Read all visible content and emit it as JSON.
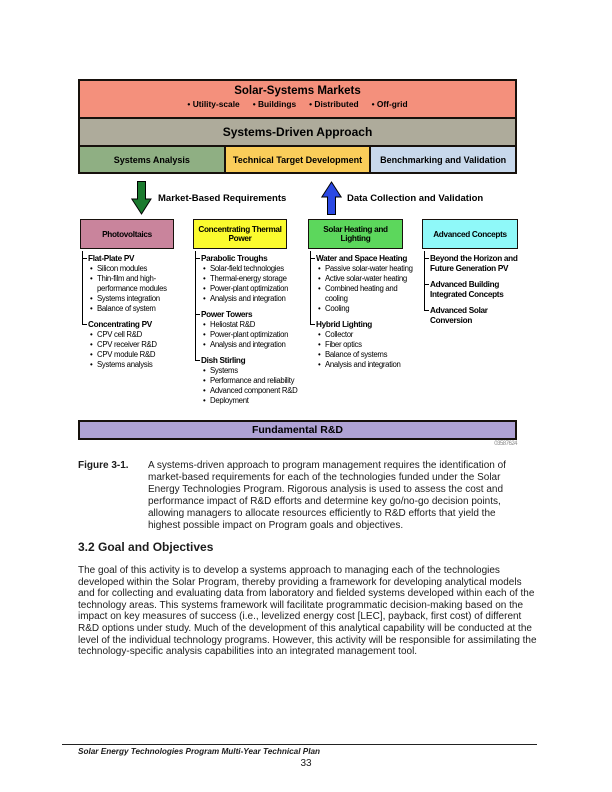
{
  "colors": {
    "markets": "#F4907C",
    "approach": "#AEAB9B",
    "systems_analysis": "#8FAF83",
    "technical_target": "#FACD5A",
    "benchmarking": "#C8D8EB",
    "photovoltaics": "#C9849C",
    "thermal_power": "#FBFB2E",
    "heating_lighting": "#5CD75C",
    "advanced_concepts": "#8FF9F9",
    "fundamental_rd": "#AFA2D4",
    "arrow_down": "#1B7A2E",
    "arrow_up": "#2B49E3"
  },
  "figure": {
    "markets_title": "Solar-Systems Markets",
    "markets_bullets": [
      "Utility-scale",
      "Buildings",
      "Distributed",
      "Off-grid"
    ],
    "approach_title": "Systems-Driven Approach",
    "approach_boxes": [
      "Systems Analysis",
      "Technical Target Development",
      "Benchmarking and Validation"
    ],
    "down_arrow_label": "Market-Based Requirements",
    "up_arrow_label": "Data Collection and Validation",
    "columns": [
      {
        "title": "Photovoltaics",
        "groups": [
          {
            "name": "Flat-Plate PV",
            "items": [
              "Silicon modules",
              "Thin-film and high-performance modules",
              "Systems integration",
              "Balance of system"
            ]
          },
          {
            "name": "Concentrating PV",
            "items": [
              "CPV cell R&D",
              "CPV receiver R&D",
              "CPV module R&D",
              "Systems analysis"
            ]
          }
        ]
      },
      {
        "title": "Concentrating Thermal Power",
        "groups": [
          {
            "name": "Parabolic Troughs",
            "items": [
              "Solar-field technologies",
              "Thermal-energy storage",
              "Power-plant optimization",
              "Analysis and integration"
            ]
          },
          {
            "name": "Power Towers",
            "items": [
              "Heliostat R&D",
              "Power-plant optimization",
              "Analysis and integration"
            ]
          },
          {
            "name": "Dish Stirling",
            "items": [
              "Systems",
              "Performance and reliability",
              "Advanced component R&D",
              "Deployment"
            ]
          }
        ]
      },
      {
        "title": "Solar Heating and Lighting",
        "groups": [
          {
            "name": "Water and Space Heating",
            "items": [
              "Passive solar-water heating",
              "Active solar-water heating",
              "Combined heating and cooling",
              "Cooling"
            ]
          },
          {
            "name": "Hybrid Lighting",
            "items": [
              "Collector",
              "Fiber optics",
              "Balance of systems",
              "Analysis and integration"
            ]
          }
        ]
      },
      {
        "title": "Advanced Concepts",
        "groups": [
          {
            "name": "Beyond the Horizon and Future Generation PV",
            "items": []
          },
          {
            "name": "Advanced Building Integrated Concepts",
            "items": []
          },
          {
            "name": "Advanced Solar Conversion",
            "items": []
          }
        ]
      }
    ],
    "fundamental_title": "Fundamental R&D",
    "figure_code": "03587624",
    "caption_label": "Figure 3-1.",
    "caption_text": "A systems-driven approach to program management requires the identification of market-based requirements for each of the technologies funded under the Solar Energy Technologies Program. Rigorous analysis is used to assess the cost and performance impact of R&D efforts and determine key go/no-go decision points, allowing managers to allocate resources efficiently to R&D efforts that yield the highest possible impact on Program goals and objectives."
  },
  "section": {
    "heading": "3.2  Goal and Objectives",
    "body": "The goal of this activity is to develop a systems approach to managing each of the technologies developed within the Solar Program, thereby providing a framework for developing analytical models and for collecting and evaluating data from laboratory and fielded systems developed within each of the technology areas. This systems framework will facilitate programmatic decision-making based on the impact on key measures of success (i.e., levelized energy cost [LEC], payback, first cost) of different R&D options under study. Much of the development of this analytical capability will be conducted at the level of the individual technology programs. However, this activity will be responsible for assimilating the technology-specific analysis capabilities into an integrated management tool."
  },
  "footer": {
    "doc_title": "Solar Energy Technologies Program Multi-Year Technical Plan",
    "page_number": "33"
  }
}
